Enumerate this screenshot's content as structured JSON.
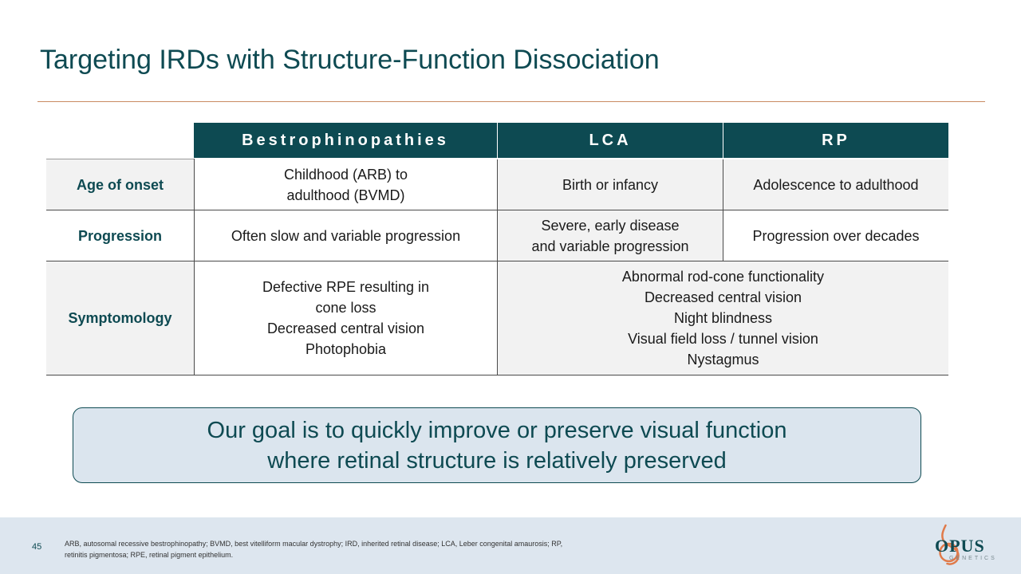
{
  "slide": {
    "title": "Targeting IRDs with Structure-Function Dissociation",
    "page_number": "45"
  },
  "table": {
    "headers": [
      "Bestrophinopathies",
      "LCA",
      "RP"
    ],
    "rows": [
      {
        "label": "Age of onset",
        "cells": [
          [
            "Childhood (ARB) to",
            "adulthood (BVMD)"
          ],
          [
            "Birth or infancy"
          ],
          [
            "Adolescence to adulthood"
          ]
        ]
      },
      {
        "label": "Progression",
        "cells": [
          [
            "Often slow and variable progression"
          ],
          [
            "Severe, early disease",
            "and variable progression"
          ],
          [
            "Progression over decades"
          ]
        ]
      },
      {
        "label": "Symptomology",
        "cells": [
          [
            "Defective RPE resulting in",
            "cone loss",
            "Decreased central vision",
            "Photophobia"
          ],
          [
            "Abnormal rod-cone functionality",
            "Decreased central vision",
            "Night blindness",
            "Visual field loss / tunnel vision",
            "Nystagmus"
          ]
        ]
      }
    ]
  },
  "goal": {
    "line1": "Our goal is to quickly improve or preserve visual function",
    "line2": "where retinal structure is relatively preserved"
  },
  "footnote": {
    "line1": "ARB, autosomal recessive bestrophinopathy; BVMD, best vitelliform macular dystrophy; IRD, inherited retinal disease; LCA, Leber congenital amaurosis; RP,",
    "line2": "retinitis pigmentosa; RPE, retinal pigment epithelium."
  },
  "logo": {
    "name": "OPUS",
    "sub": "GENETICS",
    "color": "#e07a4a"
  }
}
